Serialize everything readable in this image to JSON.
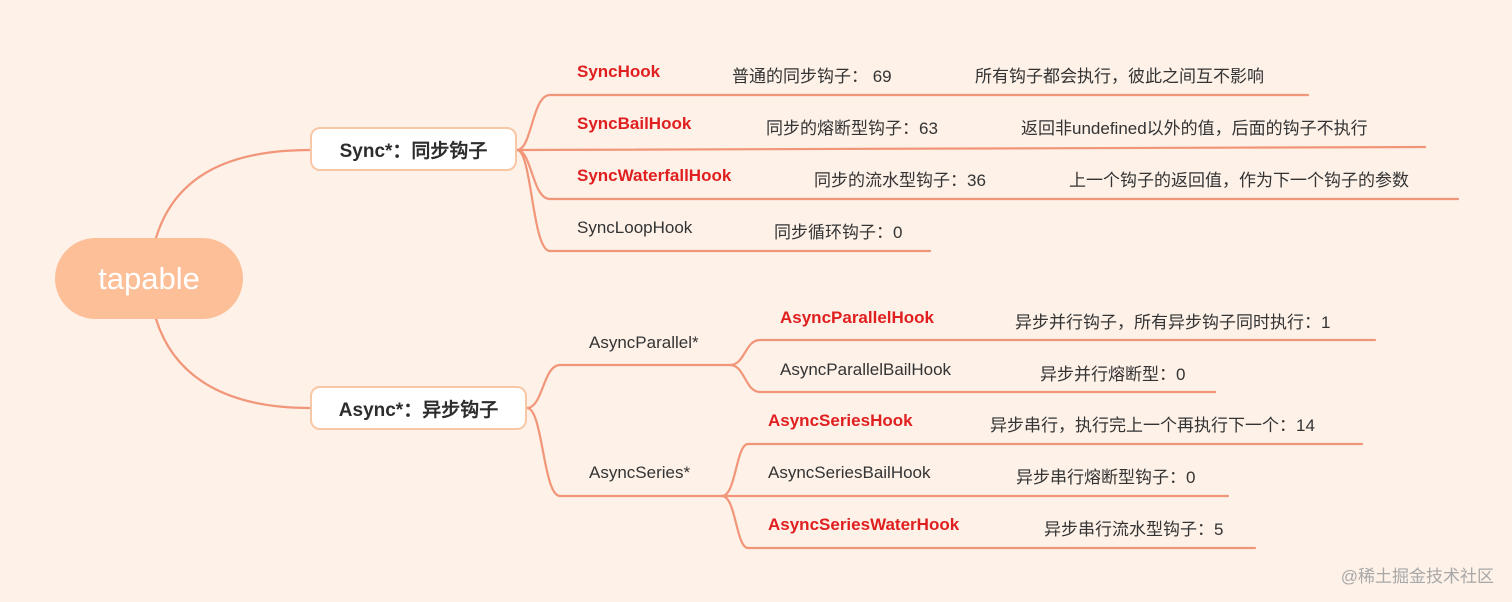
{
  "root": {
    "label": "tapable"
  },
  "colors": {
    "link": "#f2967a",
    "highlight": "#e02020",
    "background": "#fdf1e8",
    "root_fill": "#fdbf97"
  },
  "sync": {
    "label": "Sync*：同步钩子",
    "items": [
      {
        "name": "SyncHook",
        "desc": "普通的同步钩子： 69",
        "note": "所有钩子都会执行，彼此之间互不影响",
        "highlight": true
      },
      {
        "name": "SyncBailHook",
        "desc": "同步的熔断型钩子：63",
        "note": "返回非undefined以外的值，后面的钩子不执行",
        "highlight": true
      },
      {
        "name": "SyncWaterfallHook",
        "desc": "同步的流水型钩子：36",
        "note": "上一个钩子的返回值，作为下一个钩子的参数",
        "highlight": true
      },
      {
        "name": "SyncLoopHook",
        "desc": "同步循环钩子：0",
        "highlight": false
      }
    ]
  },
  "async": {
    "label": "Async*：异步钩子",
    "parallel": {
      "label": "AsyncParallel*",
      "items": [
        {
          "name": "AsyncParallelHook",
          "desc": "异步并行钩子，所有异步钩子同时执行：1",
          "highlight": true
        },
        {
          "name": "AsyncParallelBailHook",
          "desc": "异步并行熔断型：0",
          "highlight": false
        }
      ]
    },
    "series": {
      "label": "AsyncSeries*",
      "items": [
        {
          "name": "AsyncSeriesHook",
          "desc": "异步串行，执行完上一个再执行下一个：14",
          "highlight": true
        },
        {
          "name": "AsyncSeriesBailHook",
          "desc": "异步串行熔断型钩子：0",
          "highlight": false
        },
        {
          "name": "AsyncSeriesWaterHook",
          "desc": "异步串行流水型钩子：5",
          "highlight": true
        }
      ]
    }
  },
  "watermark": "@稀土掘金技术社区"
}
